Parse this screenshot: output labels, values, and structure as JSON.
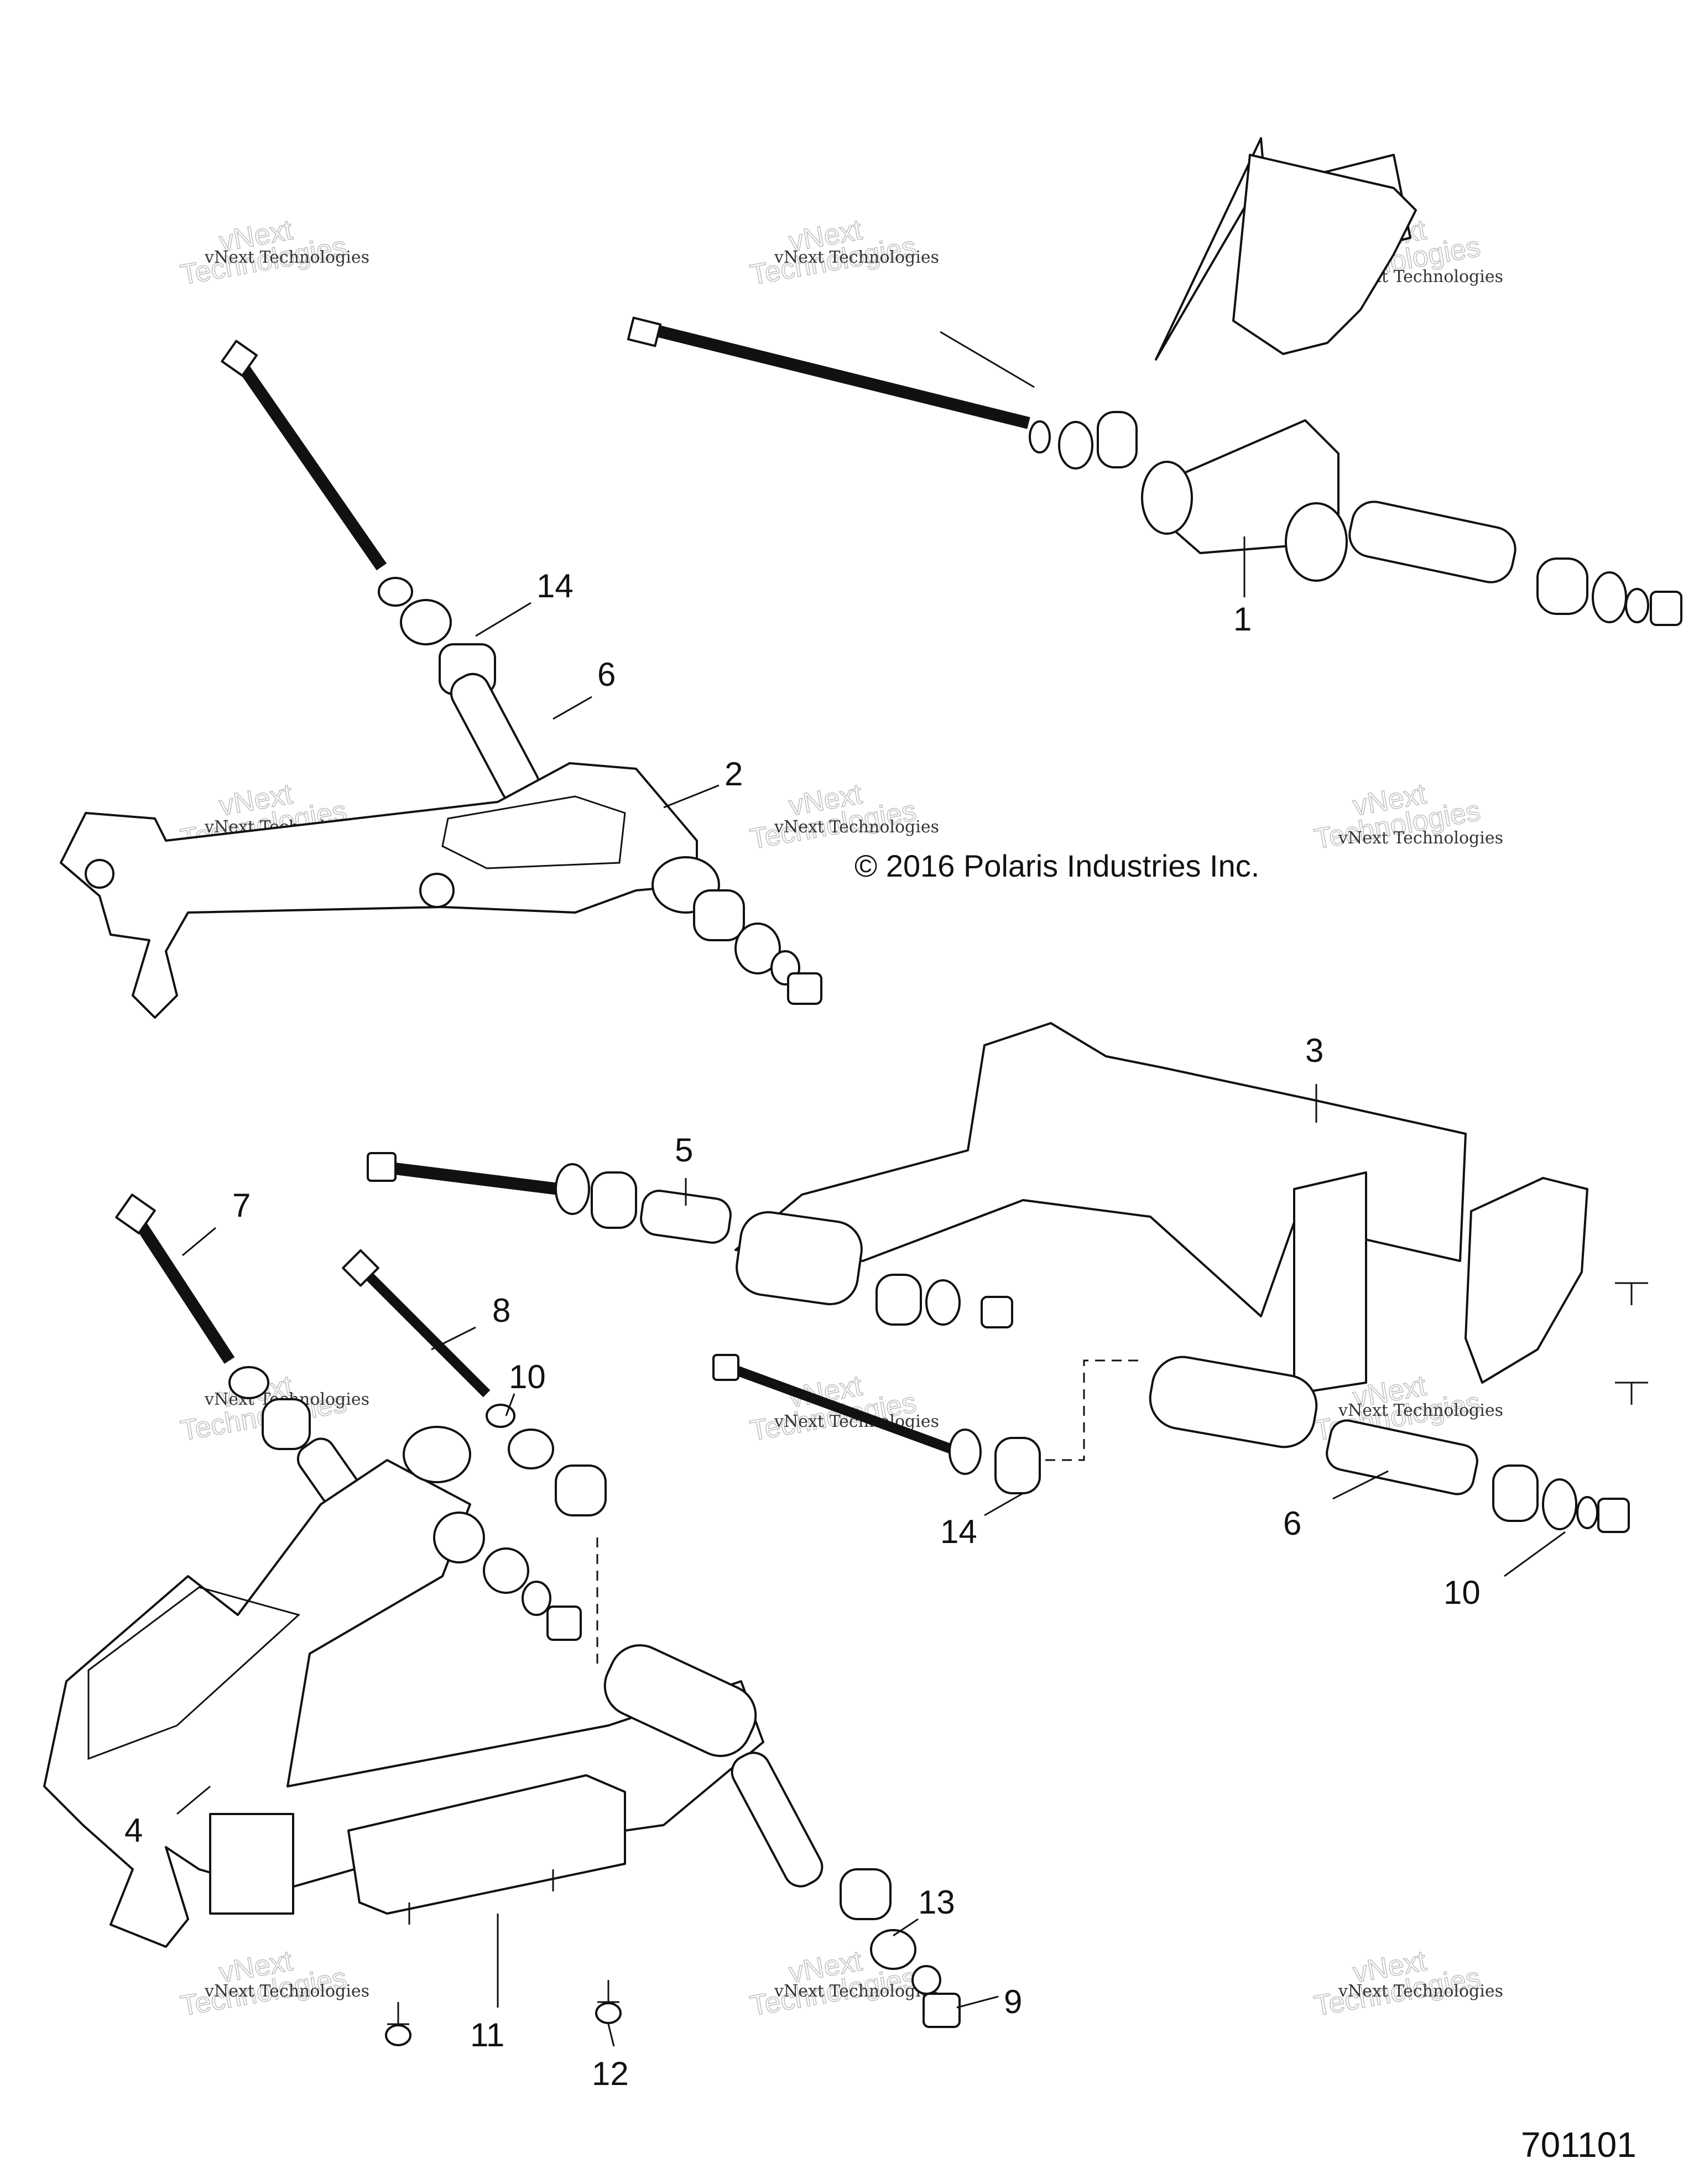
{
  "copyright": "© 2016 Polaris Industries Inc.",
  "drawing_number": "701101",
  "watermark": {
    "line1": "vNext Technologies",
    "line2": "vNext",
    "line3": "Technologies"
  },
  "callouts": {
    "c1": "1",
    "c2": "2",
    "c3": "3",
    "c4": "4",
    "c5": "5",
    "c6a": "6",
    "c6b": "6",
    "c7": "7",
    "c8": "8",
    "c9": "9",
    "c10a": "10",
    "c10b": "10",
    "c11": "11",
    "c12": "12",
    "c13": "13",
    "c14a": "14",
    "c14b": "14"
  }
}
